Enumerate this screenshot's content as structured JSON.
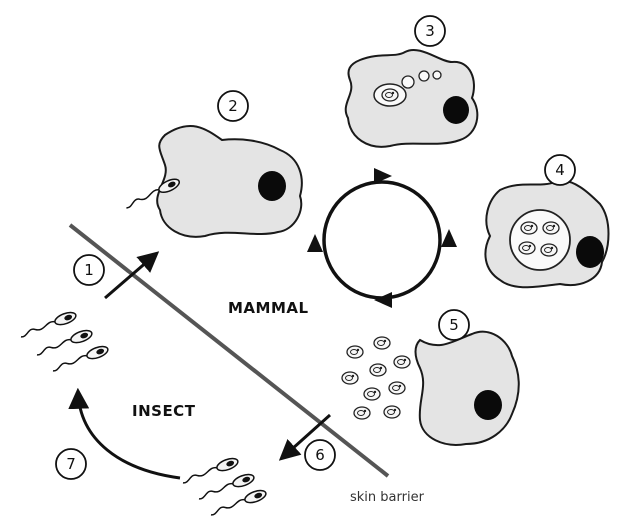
{
  "diagram": {
    "stages": [
      {
        "number": "1"
      },
      {
        "number": "2"
      },
      {
        "number": "3"
      },
      {
        "number": "4"
      },
      {
        "number": "5"
      },
      {
        "number": "6"
      },
      {
        "number": "7"
      }
    ],
    "regions": {
      "mammal": "MAMMAL",
      "insect": "INSECT"
    },
    "barrier_label": "skin barrier",
    "colors": {
      "cell_fill": "#e4e4e4",
      "outline": "#1a1a1a",
      "nucleus": "#0a0a0a"
    }
  }
}
